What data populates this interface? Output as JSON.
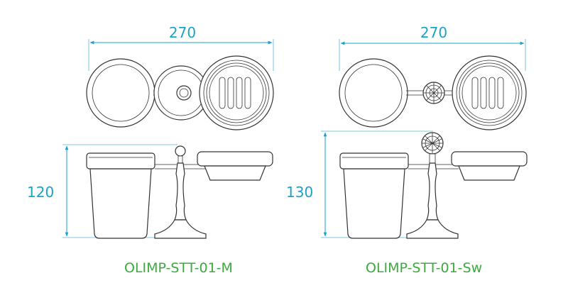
{
  "products": [
    {
      "model": "OLIMP-STT-01-M",
      "width_label": "270",
      "height_label": "120",
      "finial": "ball"
    },
    {
      "model": "OLIMP-STT-01-Sw",
      "width_label": "270",
      "height_label": "130",
      "finial": "crystal"
    }
  ],
  "colors": {
    "dimension": "#1aa3c9",
    "model_label": "#3caa3c",
    "drawing": "#333333"
  }
}
